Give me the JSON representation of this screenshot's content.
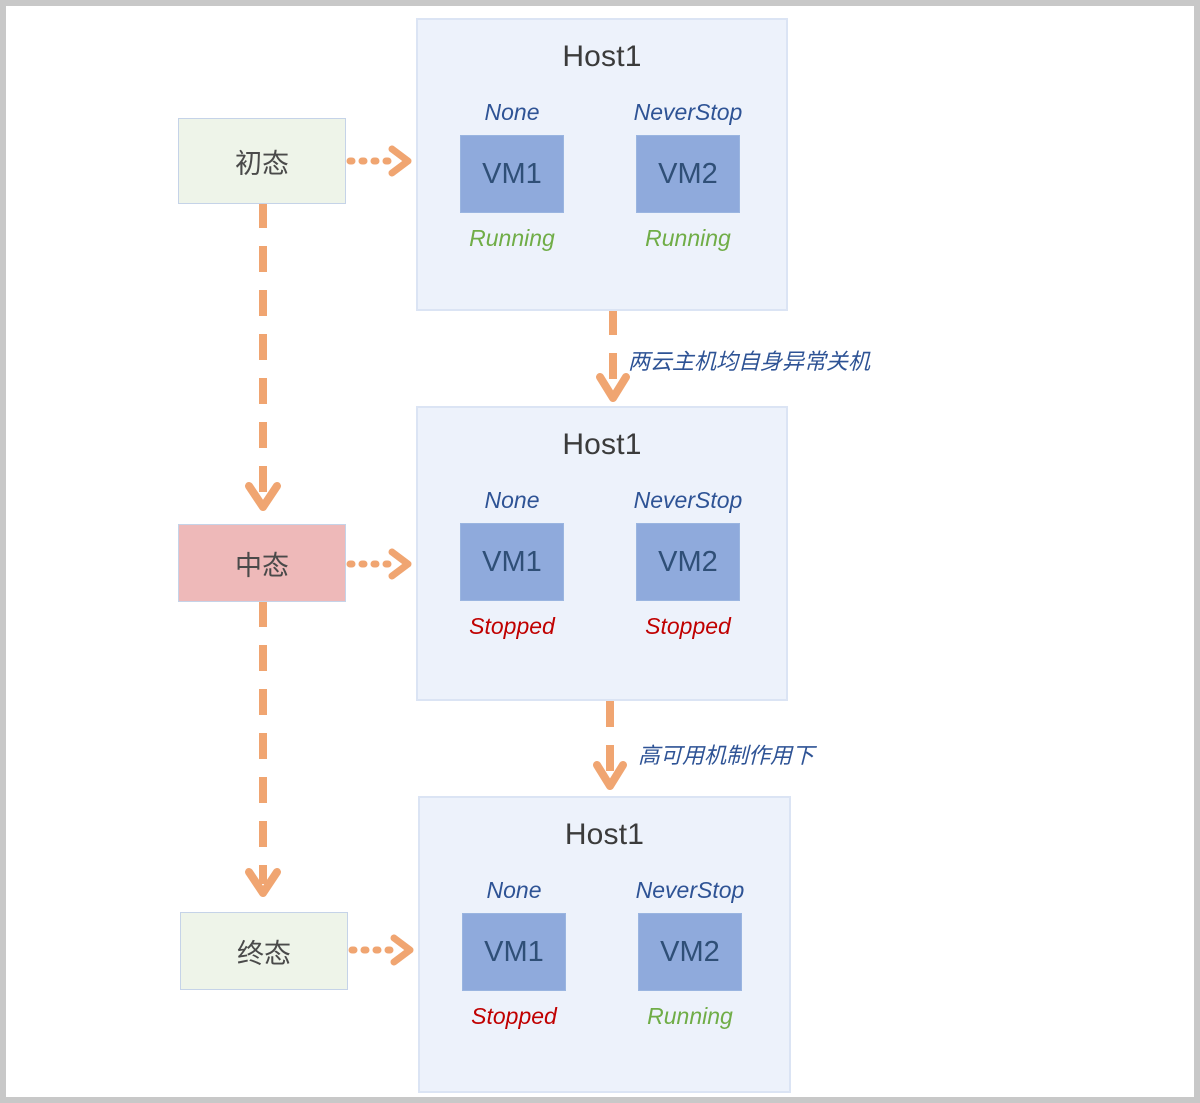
{
  "diagram": {
    "title": "VM high-availability state transition",
    "colors": {
      "host_bg": "#edf2fb",
      "host_border": "#dbe4f4",
      "vm_fill": "#8faadc",
      "policy_text": "#2e5395",
      "running": "#70ad47",
      "stopped": "#c00000",
      "state_green": "#eef4e9",
      "state_pink": "#eeb9b9",
      "connector": "#f0a571"
    }
  },
  "states": [
    {
      "id": "initial",
      "label": "初态",
      "tone": "tone-green"
    },
    {
      "id": "middle",
      "label": "中态",
      "tone": "tone-pink"
    },
    {
      "id": "final",
      "label": "终态",
      "tone": "tone-green"
    }
  ],
  "hosts": [
    {
      "id": "host-stage-1",
      "title": "Host1",
      "vms": [
        {
          "name": "VM1",
          "policy": "None",
          "state": "Running",
          "state_class": "state-running"
        },
        {
          "name": "VM2",
          "policy": "NeverStop",
          "state": "Running",
          "state_class": "state-running"
        }
      ]
    },
    {
      "id": "host-stage-2",
      "title": "Host1",
      "vms": [
        {
          "name": "VM1",
          "policy": "None",
          "state": "Stopped",
          "state_class": "state-stopped"
        },
        {
          "name": "VM2",
          "policy": "NeverStop",
          "state": "Stopped",
          "state_class": "state-stopped"
        }
      ]
    },
    {
      "id": "host-stage-3",
      "title": "Host1",
      "vms": [
        {
          "name": "VM1",
          "policy": "None",
          "state": "Stopped",
          "state_class": "state-stopped"
        },
        {
          "name": "VM2",
          "policy": "NeverStop",
          "state": "Running",
          "state_class": "state-running"
        }
      ]
    }
  ],
  "transitions": [
    {
      "id": "t1",
      "label": "两云主机均自身异常关机"
    },
    {
      "id": "t2",
      "label": "高可用机制作用下"
    }
  ]
}
